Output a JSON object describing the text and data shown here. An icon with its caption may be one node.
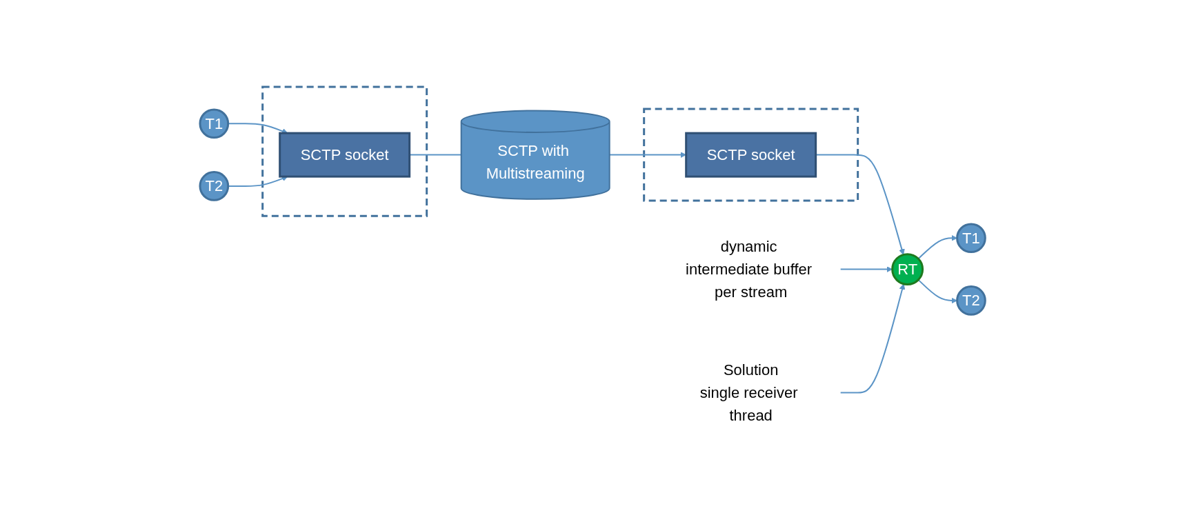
{
  "diagram": {
    "nodes": [
      {
        "text": [
          "T1"
        ]
      },
      {
        "text": [
          "T2"
        ]
      },
      {
        "text": [
          "T1"
        ]
      },
      {
        "text": [
          "T2"
        ]
      },
      {
        "text": [
          "dynamic intermediate buffer per stream"
        ]
      },
      {
        "text": [
          "RT"
        ]
      },
      {
        "text": [
          "Solution",
          "single receiver thread"
        ]
      },
      {
        "text": [],
        "shape": "box"
      },
      {
        "text": [
          "SCTP socket"
        ],
        "in": 7
      },
      {
        "text": [
          "SCTP with Multistreaming"
        ]
      },
      {
        "text": [],
        "shape": "box"
      },
      {
        "text": [
          "SCTP socket"
        ],
        "in": 10
      }
    ],
    "edges": [
      {
        "from": 0,
        "to": 8,
        "arrow": "to"
      },
      {
        "from": 1,
        "to": 8,
        "arrow": "to"
      },
      {
        "from": 8,
        "to": 9,
        "arrow": "none"
      },
      {
        "from": 9,
        "to": 11,
        "arrow": "to"
      },
      {
        "from": 11,
        "to": 5,
        "arrow": "to"
      },
      {
        "from": 5,
        "to": 2,
        "arrow": "to"
      },
      {
        "from": 5,
        "to": 3,
        "arrow": "to"
      },
      {
        "from": 4,
        "to": 5,
        "arrow": "to"
      },
      {
        "from": 6,
        "to": 5,
        "arrow": "to"
      }
    ]
  }
}
